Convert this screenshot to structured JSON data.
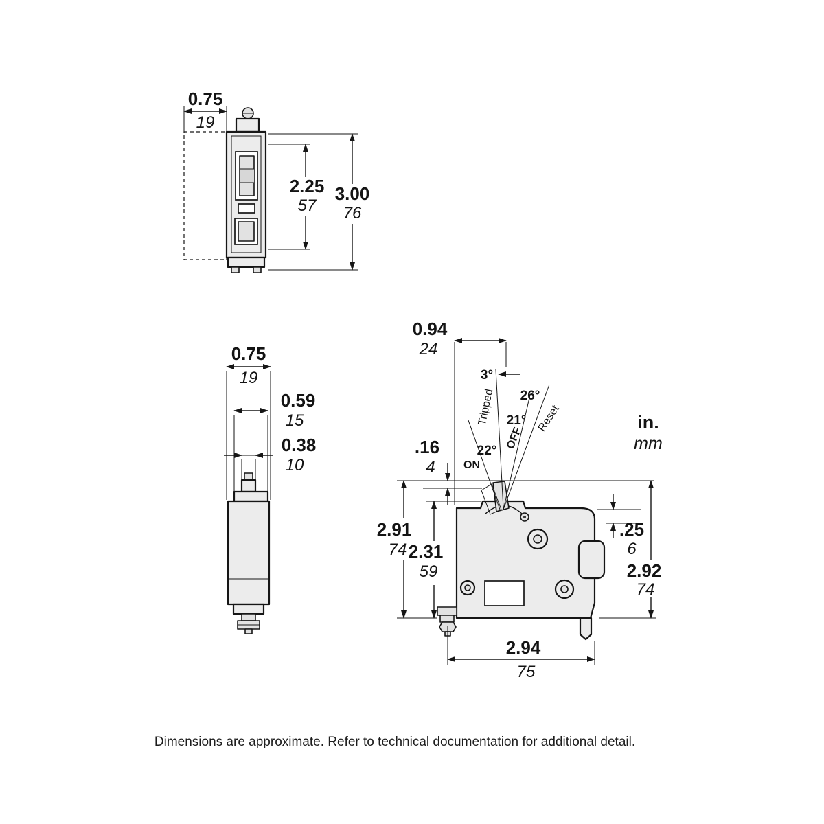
{
  "caption": "Dimensions are approximate. Refer to technical documentation for additional detail.",
  "units": {
    "inches": "in.",
    "millimeters": "mm"
  },
  "front_view": {
    "width": {
      "in": "0.75",
      "mm": "19"
    },
    "window_height": {
      "in": "2.25",
      "mm": "57"
    },
    "overall_height": {
      "in": "3.00",
      "mm": "76"
    }
  },
  "side_view": {
    "width": {
      "in": "0.75",
      "mm": "19"
    },
    "step_width": {
      "in": "0.59",
      "mm": "15"
    },
    "tab_width": {
      "in": "0.38",
      "mm": "10"
    }
  },
  "profile_view": {
    "handle_center_offset": {
      "in": "0.94",
      "mm": "24"
    },
    "handle_tip_height": {
      "in": ".16",
      "mm": "4"
    },
    "height_to_handle": {
      "in": "2.91",
      "mm": "74"
    },
    "body_height": {
      "in": "2.31",
      "mm": "59"
    },
    "lip_depth": {
      "in": ".25",
      "mm": "6"
    },
    "overall_height": {
      "in": "2.92",
      "mm": "74"
    },
    "overall_length": {
      "in": "2.94",
      "mm": "75"
    },
    "angles": {
      "tripped": "3°",
      "reset": "26°",
      "off": "21°",
      "on": "22°"
    },
    "labels": {
      "tripped": "Tripped",
      "reset": "Reset",
      "on": "ON",
      "off": "OFF"
    }
  }
}
